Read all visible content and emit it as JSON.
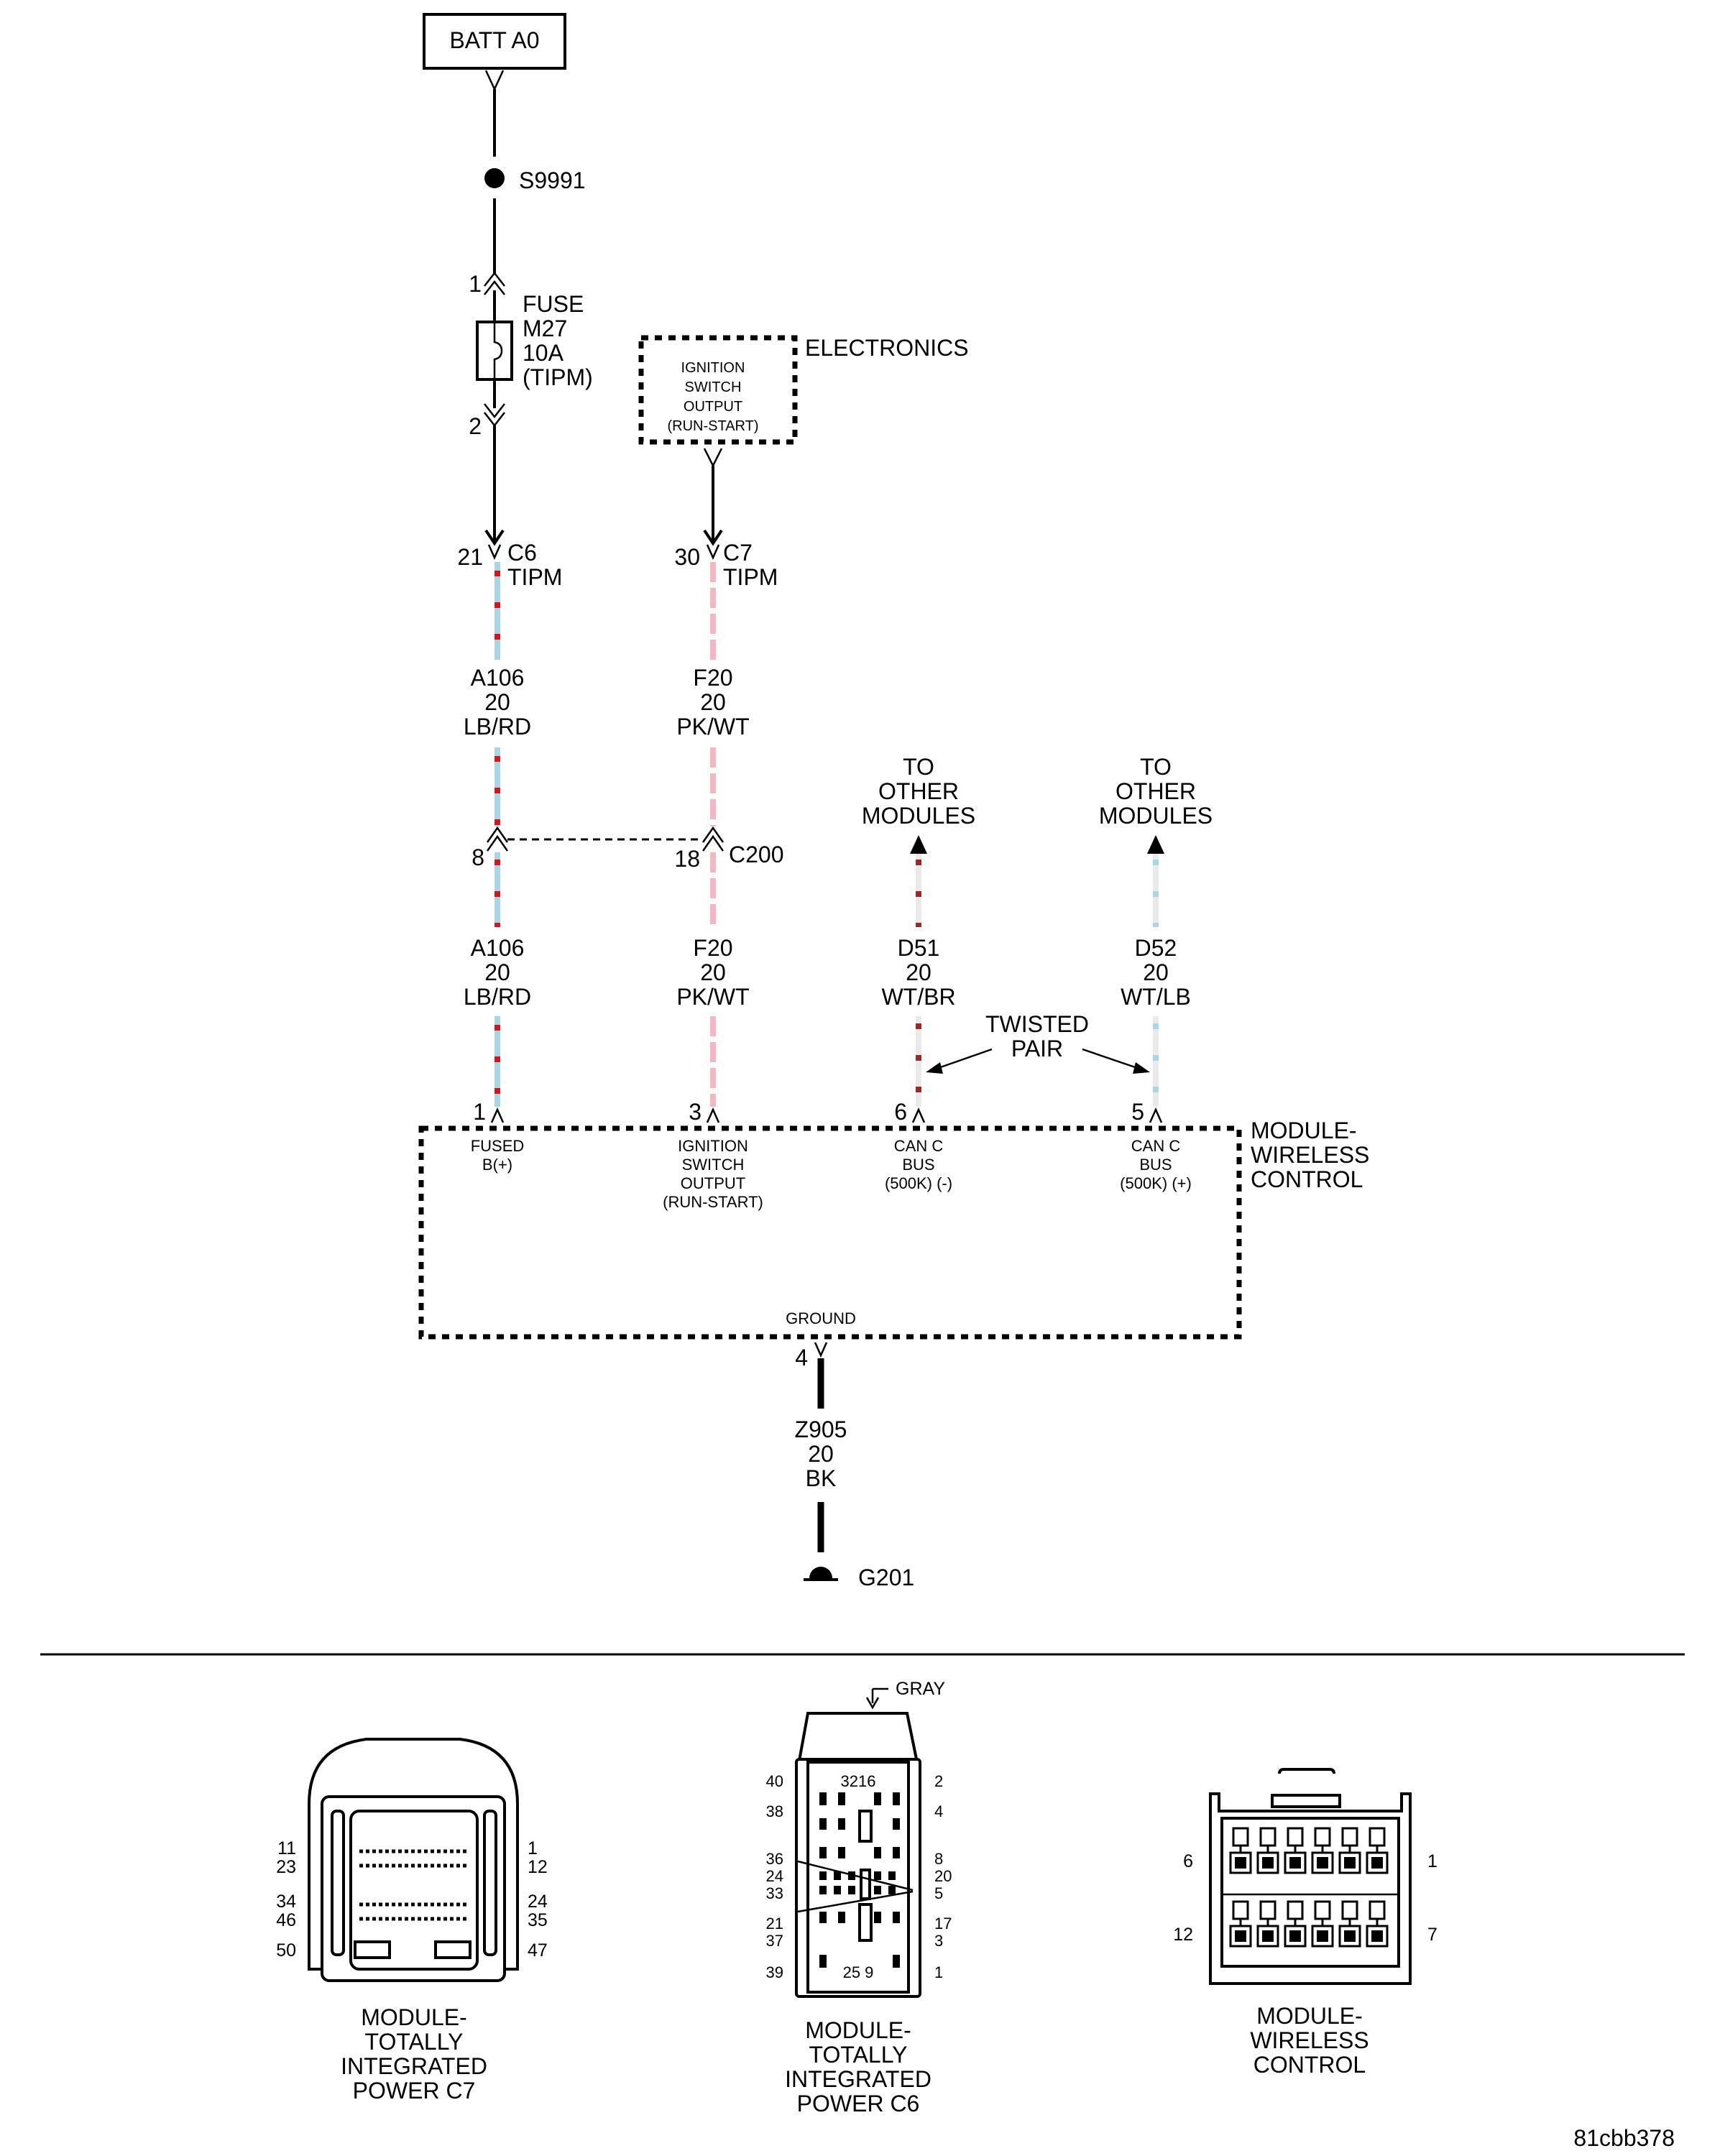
{
  "source": {
    "label": "BATT A0"
  },
  "splice": {
    "label": "S9991"
  },
  "fuse": {
    "pin_top": "1",
    "pin_bottom": "2",
    "lines": [
      "FUSE",
      "M27",
      "10A",
      "(TIPM)"
    ]
  },
  "electronics": {
    "title": "ELECTRONICS",
    "lines": [
      "IGNITION",
      "SWITCH",
      "OUTPUT",
      "(RUN-START)"
    ]
  },
  "tipm_c6": {
    "pin": "21",
    "lines": [
      "C6",
      "TIPM"
    ]
  },
  "tipm_c7": {
    "pin": "30",
    "lines": [
      "C7",
      "TIPM"
    ]
  },
  "colors": {
    "lb": "#a9d6e5",
    "rd": "#d6141b",
    "pk": "#f4b6c4",
    "wt": "#eaeaea",
    "br": "#9b2a22",
    "bk": "#000000"
  },
  "wires": {
    "a106_upper": {
      "lines": [
        "A106",
        "20",
        "LB/RD"
      ]
    },
    "f20_upper": {
      "lines": [
        "F20",
        "20",
        "PK/WT"
      ]
    },
    "a106_lower": {
      "lines": [
        "A106",
        "20",
        "LB/RD"
      ]
    },
    "f20_lower": {
      "lines": [
        "F20",
        "20",
        "PK/WT"
      ]
    },
    "d51": {
      "lines": [
        "D51",
        "20",
        "WT/BR"
      ]
    },
    "d52": {
      "lines": [
        "D52",
        "20",
        "WT/LB"
      ]
    },
    "z905": {
      "lines": [
        "Z905",
        "20",
        "BK"
      ]
    }
  },
  "c200": {
    "label": "C200",
    "pin_a106": "8",
    "pin_f20": "18"
  },
  "to_other_left": {
    "lines": [
      "TO",
      "OTHER",
      "MODULES"
    ]
  },
  "to_other_right": {
    "lines": [
      "TO",
      "OTHER",
      "MODULES"
    ]
  },
  "twisted_pair": {
    "lines": [
      "TWISTED",
      "PAIR"
    ]
  },
  "module": {
    "title_lines": [
      "MODULE-",
      "WIRELESS",
      "CONTROL"
    ],
    "pins": [
      {
        "num": "1",
        "lines": [
          "FUSED",
          "B(+)"
        ]
      },
      {
        "num": "3",
        "lines": [
          "IGNITION",
          "SWITCH",
          "OUTPUT",
          "(RUN-START)"
        ]
      },
      {
        "num": "6",
        "lines": [
          "CAN C",
          "BUS",
          "(500K) (-)"
        ]
      },
      {
        "num": "5",
        "lines": [
          "CAN C",
          "BUS",
          "(500K) (+)"
        ]
      }
    ],
    "ground": {
      "label": "GROUND",
      "pin": "4"
    }
  },
  "ground_point": {
    "label": "G201"
  },
  "connector_c7": {
    "caption_lines": [
      "MODULE-",
      "TOTALLY",
      "INTEGRATED",
      "POWER C7"
    ],
    "left_pins": [
      "11",
      "23",
      "34",
      "46",
      "50"
    ],
    "right_pins": [
      "1",
      "12",
      "24",
      "35",
      "47"
    ]
  },
  "connector_c6": {
    "color": "GRAY",
    "caption_lines": [
      "MODULE-",
      "TOTALLY",
      "INTEGRATED",
      "POWER C6"
    ],
    "left_pins": [
      "40",
      "38",
      "36",
      "24",
      "33",
      "21",
      "37",
      "39"
    ],
    "right_pins": [
      "2",
      "4",
      "8",
      "20",
      "5",
      "17",
      "3",
      "1"
    ],
    "top_pins": "3216",
    "bottom_pins": "25 9"
  },
  "connector_wcm": {
    "caption_lines": [
      "MODULE-",
      "WIRELESS",
      "CONTROL"
    ],
    "left_pins": [
      "6",
      "12"
    ],
    "right_pins": [
      "1",
      "7"
    ]
  },
  "diagram_id": "81cbb378"
}
